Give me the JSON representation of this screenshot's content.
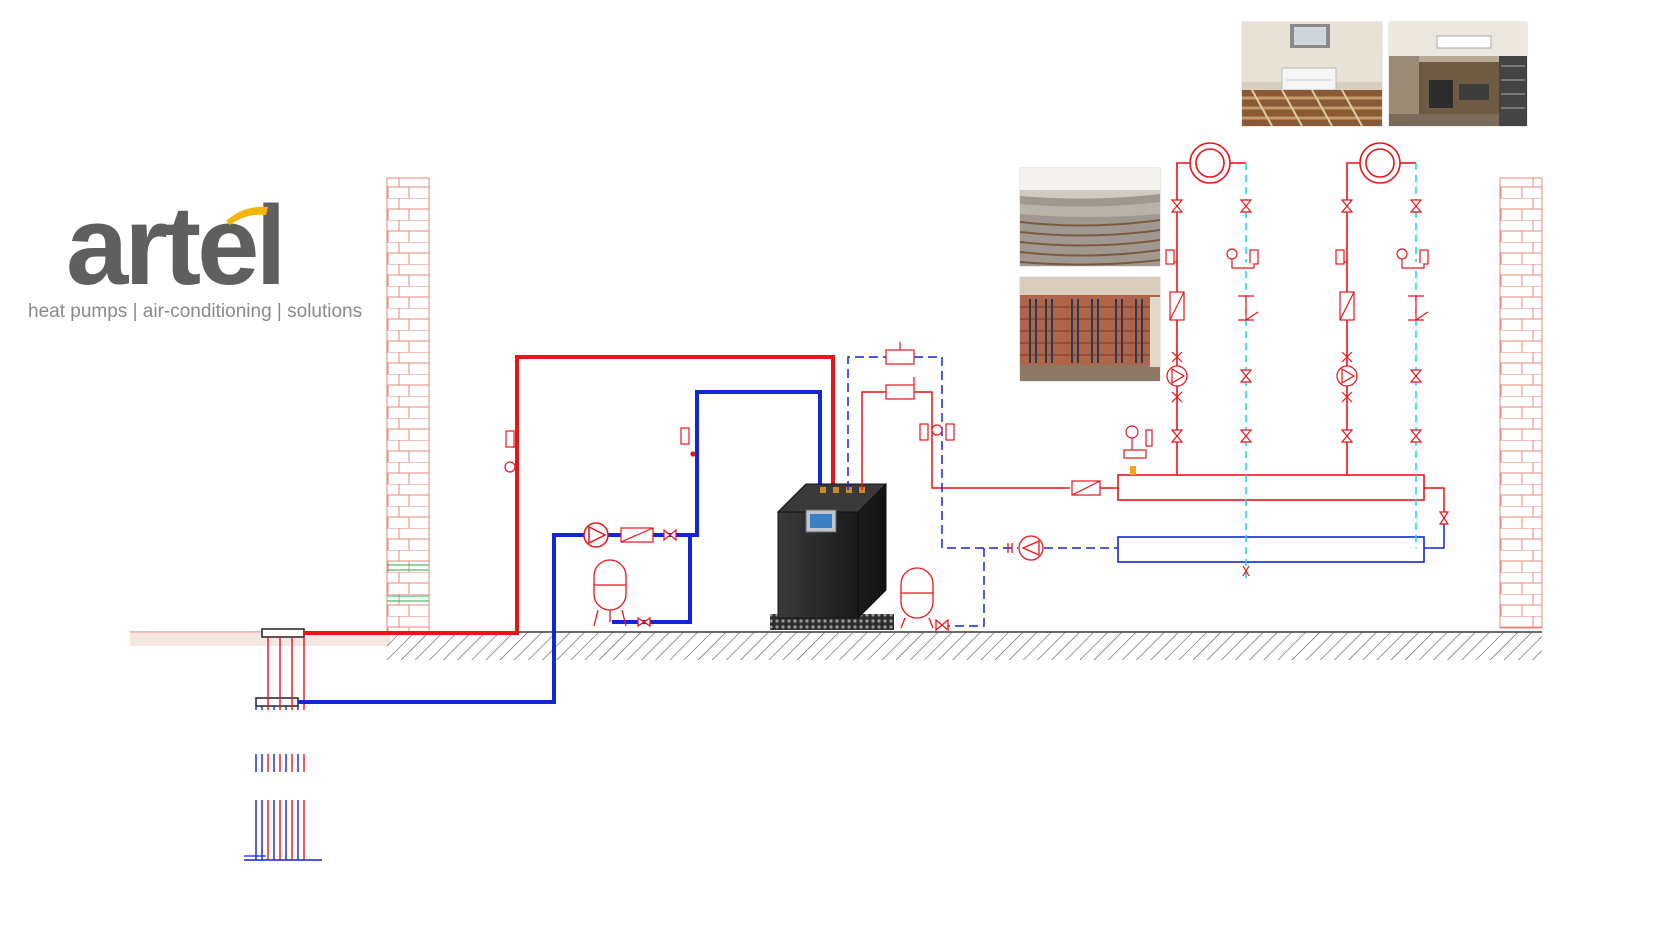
{
  "brand": {
    "name": "artel",
    "tagline": "heat pumps | air-conditioning | solutions",
    "gray": "#5f5f5f",
    "accent": "#f2b705"
  },
  "colors": {
    "supply": "#e8141b",
    "return": "#1226d6",
    "wall": "#e88a7a",
    "ground": "#444444",
    "collector_line": "#1ad8f0",
    "brine_fill": "#2aa84a"
  },
  "components": {
    "heat_pump": "geothermal-heat-pump-unit",
    "buffer_tank": "expansion-vessel",
    "pump": "circulation-pump-icon",
    "valve": "ball-valve-icon",
    "filter": "strainer-icon",
    "gauge": "pressure-gauge-icon",
    "thermometer": "thermometer-icon",
    "fan_coil": "fan-coil-unit-icon",
    "supply_header": "supply-collector",
    "return_header": "return-collector"
  },
  "photos": [
    {
      "name": "photo-fan-coil-room",
      "subject": "wall-mounted-fan-coil"
    },
    {
      "name": "photo-ceiling-unit-office",
      "subject": "ceiling-cassette-office"
    },
    {
      "name": "photo-underfloor-pipes",
      "subject": "underfloor-heating-pipes"
    },
    {
      "name": "photo-wall-heating-pipes",
      "subject": "wall-heating-pipes"
    }
  ]
}
